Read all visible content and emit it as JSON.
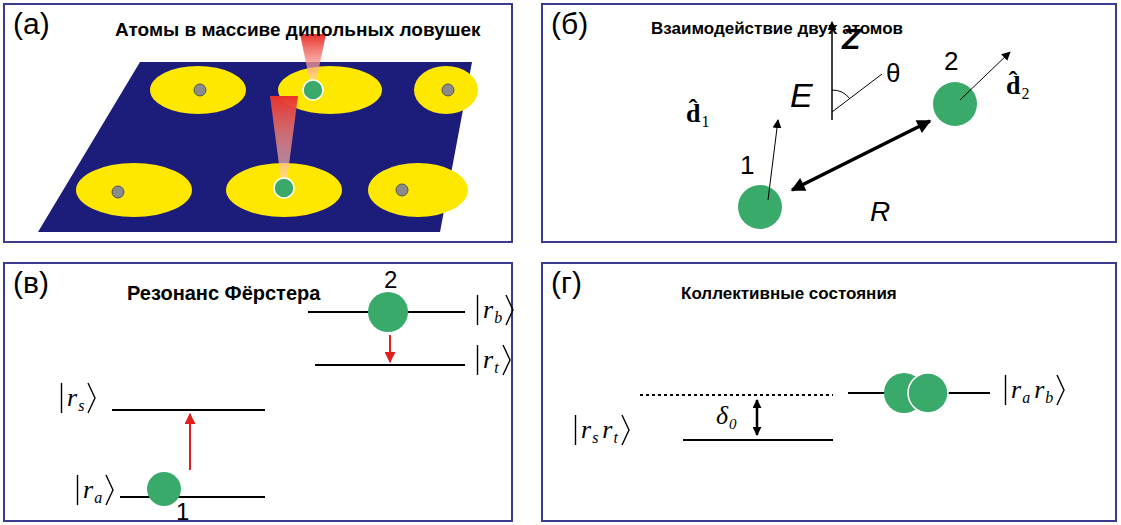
{
  "diagram": {
    "nodes": [
      {
        "text": [
          "(а)",
          "Атомы в массиве дипольных ловушек"
        ]
      },
      {
        "text": [
          "(б)",
          "Взаимодействие двух атомов"
        ]
      },
      {
        "text": [
          "(в)",
          "Резонанс Фёрстера"
        ]
      },
      {
        "text": [
          "(г)",
          "Коллективные состояния"
        ]
      }
    ],
    "labels": [
      "Z",
      "E",
      "θ",
      "2",
      "d̂",
      "1",
      "d̂",
      "2",
      "1",
      "R",
      "2",
      "r",
      "b",
      "r",
      "t",
      "r",
      "s",
      "r",
      "a",
      "1",
      "r",
      "s",
      "r",
      "t",
      "δ",
      "0",
      "r",
      "a",
      "r",
      "b"
    ]
  }
}
